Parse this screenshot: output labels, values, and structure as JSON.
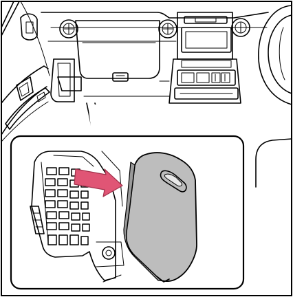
{
  "figure": {
    "type": "illustration",
    "colors": {
      "line": "#000000",
      "background": "#ffffff",
      "cover": "#bdbdbd",
      "arrow": "#e05575",
      "arrow_outline": "#a0304a"
    },
    "parts": [
      {
        "id": "dashboard",
        "icon": "dashboard-drawing"
      },
      {
        "id": "door-panel",
        "icon": "door-panel-drawing"
      },
      {
        "id": "steering-wheel",
        "icon": "steering-wheel-drawing"
      },
      {
        "id": "fuse-box",
        "icon": "fuse-box-drawing"
      },
      {
        "id": "fuse-box-cover",
        "icon": "cover-panel-drawing"
      },
      {
        "id": "removal-arrow",
        "icon": "arrow-icon"
      }
    ]
  }
}
